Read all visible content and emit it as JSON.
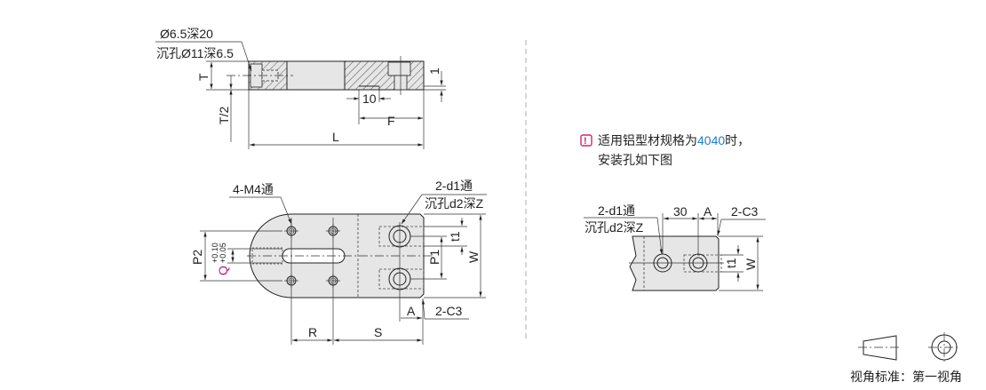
{
  "side_view": {
    "hole_spec_line1": "Ø6.5深20",
    "hole_spec_line2": "沉孔Ø11深6.5",
    "dim_T": "T",
    "dim_T_half": "T/2",
    "dim_10": "10",
    "dim_F": "F",
    "dim_L": "L",
    "dim_1": "1"
  },
  "plan_view": {
    "m4_label": "4-M4通",
    "d1_label": "2-d1通",
    "d2_label": "沉孔d2深Z",
    "dim_P2": "P2",
    "dim_Q": "Q",
    "q_tol_upper": "+0.10",
    "q_tol_lower": "+0.05",
    "dim_P1": "P1",
    "dim_t1": "t1",
    "dim_W": "W",
    "dim_A": "A",
    "chamfer_label": "2-C3",
    "dim_R": "R",
    "dim_S": "S"
  },
  "note": {
    "icon": "exclamation-icon",
    "line1_prefix": "适用铝型材规格为",
    "line1_highlight": "4040",
    "line1_suffix": "时，",
    "line2": "安装孔如下图",
    "highlight_color": "#1a7fd0",
    "icon_color": "#d6246e"
  },
  "profile_view": {
    "d1_label": "2-d1通",
    "d2_label": "沉孔d2深Z",
    "dim_30": "30",
    "dim_A": "A",
    "chamfer_label": "2-C3",
    "dim_t1": "t1",
    "dim_W": "W"
  },
  "projection": {
    "label": "视角标准：第一视角"
  }
}
